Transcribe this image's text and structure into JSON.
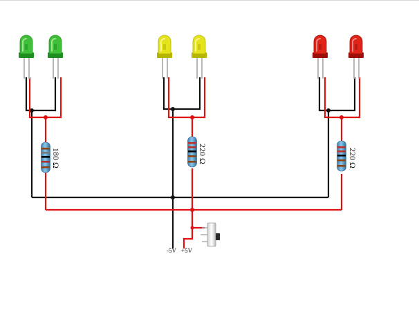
{
  "diagram": {
    "resistors": [
      {
        "label": "180 Ω"
      },
      {
        "label": "220 Ω"
      },
      {
        "label": "220 Ω"
      }
    ],
    "led_groups": [
      {
        "color": "green",
        "body": "#3fbf3a",
        "shade": "#1f8f1f",
        "highlight": "#b6f0a6"
      },
      {
        "color": "yellow",
        "body": "#e4e31c",
        "shade": "#b5b400",
        "highlight": "#fbfbb0"
      },
      {
        "color": "red",
        "body": "#e0241a",
        "shade": "#9c0f0a",
        "highlight": "#f7a29b"
      }
    ],
    "supply": {
      "negative_label": "-5V",
      "positive_label": "+5V"
    },
    "wire_colors": {
      "negative": "#111111",
      "positive": "#e01010"
    },
    "resistor_body_color": "#5fa9d6"
  }
}
